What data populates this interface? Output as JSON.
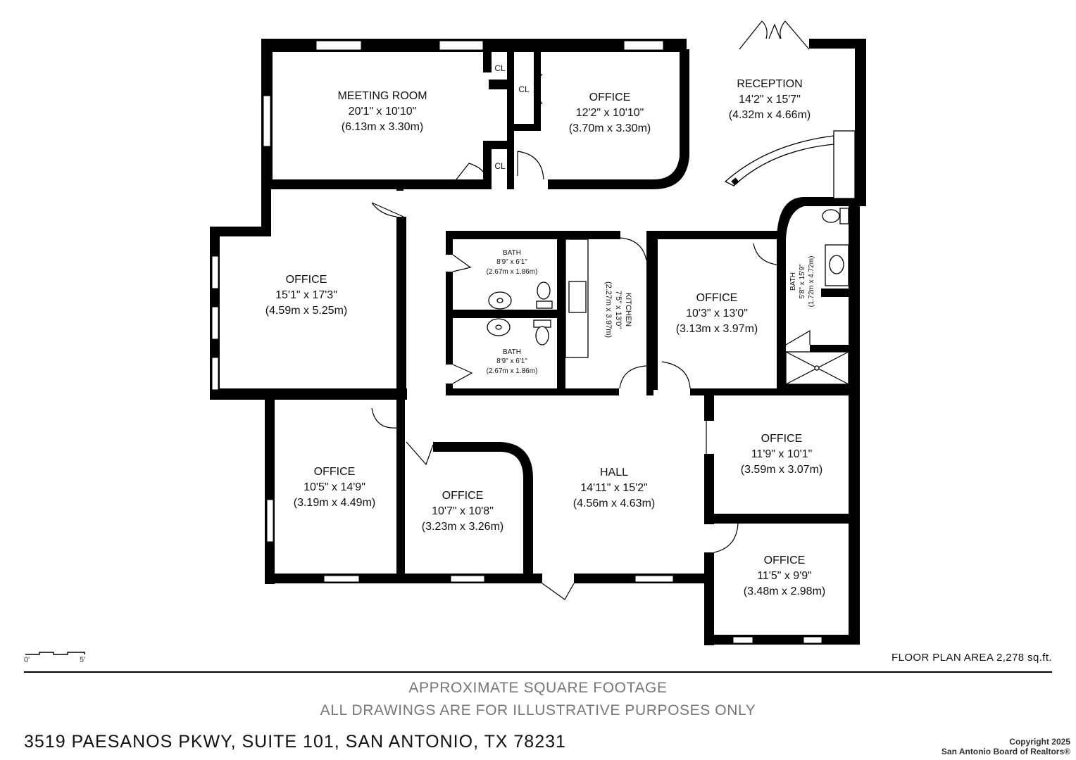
{
  "rooms": {
    "meeting_room": {
      "name": "MEETING ROOM",
      "dim_imperial": "20'1\" x 10'10\"",
      "dim_metric": "(6.13m x 3.30m)"
    },
    "office_top": {
      "name": "OFFICE",
      "dim_imperial": "12'2\" x 10'10\"",
      "dim_metric": "(3.70m x 3.30m)"
    },
    "reception": {
      "name": "RECEPTION",
      "dim_imperial": "14'2\" x 15'7\"",
      "dim_metric": "(4.32m x 4.66m)"
    },
    "office_left": {
      "name": "OFFICE",
      "dim_imperial": "15'1\" x 17'3\"",
      "dim_metric": "(4.59m x 5.25m)"
    },
    "bath_upper": {
      "name": "BATH",
      "dim_imperial": "8'9\" x 6'1\"",
      "dim_metric": "(2.67m x 1.86m)"
    },
    "bath_lower": {
      "name": "BATH",
      "dim_imperial": "8'9\" x 6'1\"",
      "dim_metric": "(2.67m x 1.86m)"
    },
    "kitchen": {
      "name": "KITCHEN",
      "dim_imperial": "7'5\" x 13'0\"",
      "dim_metric": "(2.27m x 3.97m)"
    },
    "office_center_right": {
      "name": "OFFICE",
      "dim_imperial": "10'3\" x 13'0\"",
      "dim_metric": "(3.13m x 3.97m)"
    },
    "bath_right": {
      "name": "BATH",
      "dim_imperial": "5'8\" x 15'9\"",
      "dim_metric": "(1.72m x 4.72m)"
    },
    "office_right_mid": {
      "name": "OFFICE",
      "dim_imperial": "11'9\" x 10'1\"",
      "dim_metric": "(3.59m x 3.07m)"
    },
    "office_bottom_left": {
      "name": "OFFICE",
      "dim_imperial": "10'5\" x 14'9\"",
      "dim_metric": "(3.19m x 4.49m)"
    },
    "office_bottom_center": {
      "name": "OFFICE",
      "dim_imperial": "10'7\" x 10'8\"",
      "dim_metric": "(3.23m x 3.26m)"
    },
    "hall": {
      "name": "HALL",
      "dim_imperial": "14'11\" x 15'2\"",
      "dim_metric": "(4.56m x 4.63m)"
    },
    "office_bottom_right": {
      "name": "OFFICE",
      "dim_imperial": "11'5\" x 9'9\"",
      "dim_metric": "(3.48m x 2.98m)"
    }
  },
  "closets": {
    "cl_1": "CL",
    "cl_2": "CL",
    "cl_3": "CL"
  },
  "scale": {
    "start": "0'",
    "end": "5'"
  },
  "floor_plan_area": "FLOOR PLAN AREA 2,278 sq.ft.",
  "disclaimer": {
    "line1": "APPROXIMATE SQUARE FOOTAGE",
    "line2": "ALL DRAWINGS ARE FOR ILLUSTRATIVE PURPOSES ONLY"
  },
  "address": "3519 PAESANOS PKWY, SUITE 101, SAN ANTONIO, TX 78231",
  "copyright": {
    "line1": "Copyright 2025",
    "line2": "San Antonio Board of Realtors®"
  }
}
